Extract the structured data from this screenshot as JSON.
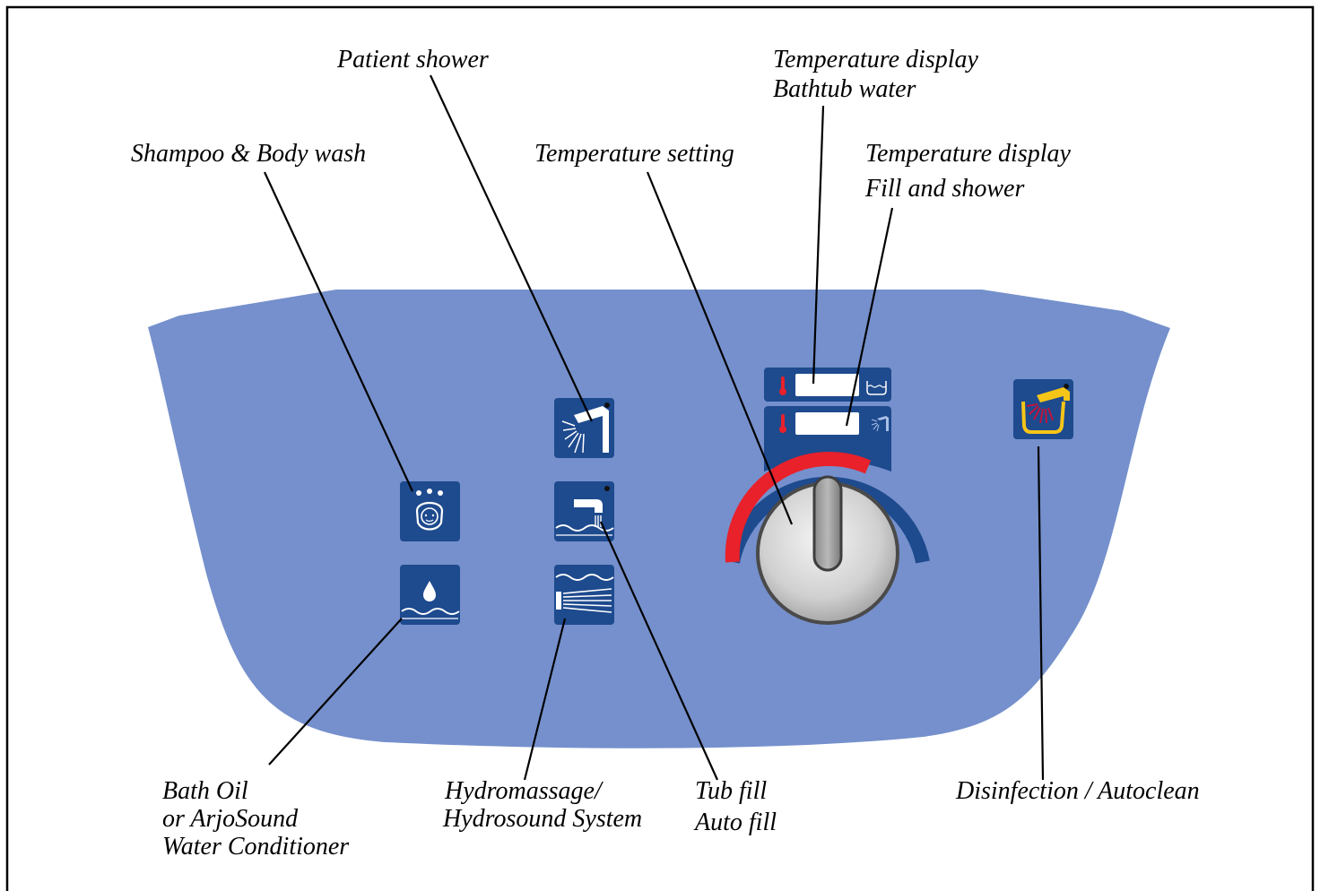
{
  "labels": {
    "patient_shower": "Patient shower",
    "temp_display_bathtub_1": "Temperature display",
    "temp_display_bathtub_2": "Bathtub water",
    "shampoo_body_wash": "Shampoo & Body wash",
    "temperature_setting": "Temperature setting",
    "temp_display_fill_1": "Temperature display",
    "temp_display_fill_2": "Fill and shower",
    "bath_oil_1": "Bath Oil",
    "bath_oil_2": "or ArjoSound",
    "bath_oil_3": "Water Conditioner",
    "hydromassage_1": "Hydromassage/",
    "hydromassage_2": "Hydrosound System",
    "tub_fill_1": "Tub fill",
    "tub_fill_2": "Auto fill",
    "disinfection": "Disinfection / Autoclean"
  },
  "colors": {
    "panel": "#7590CC",
    "button": "#1E4A8E",
    "dial_arc_red": "#E8212B",
    "dial_arc_blue": "#1E4A8E",
    "knob": "#D8D8D8",
    "disinfect_yellow": "#F5C518",
    "disinfect_red": "#C0143C"
  },
  "icons": [
    "shampoo-icon",
    "bath-oil-icon",
    "patient-shower-icon",
    "tub-fill-icon",
    "hydromassage-icon",
    "disinfection-icon",
    "thermometer-icon",
    "bathtub-icon",
    "shower-icon"
  ]
}
